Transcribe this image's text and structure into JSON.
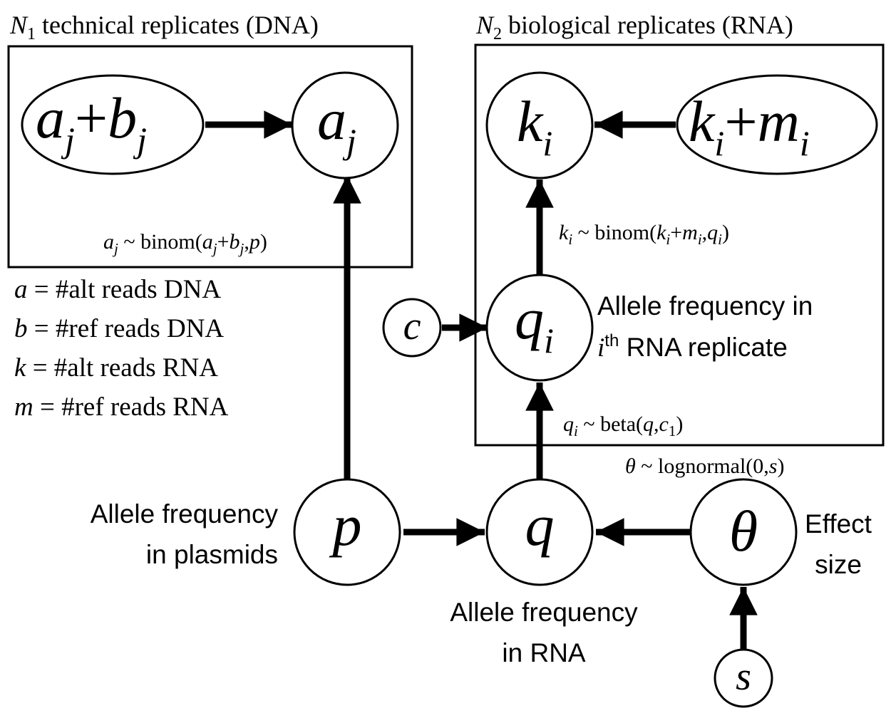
{
  "plates": {
    "dna": {
      "symbol": "N",
      "subscript": "1",
      "title": " technical replicates (DNA)"
    },
    "rna": {
      "symbol": "N",
      "subscript": "2",
      "title": " biological replicates (RNA)"
    }
  },
  "nodes": {
    "ab_total": {
      "a": "a",
      "sub_j1": "j",
      "plus": "+",
      "b": "b",
      "sub_j2": "j"
    },
    "a_j": {
      "sym": "a",
      "sub": "j"
    },
    "k_i": {
      "sym": "k",
      "sub": "i"
    },
    "km_total": {
      "k": "k",
      "sub_i1": "i",
      "plus": "+",
      "m": "m",
      "sub_i2": "i"
    },
    "q_i": {
      "sym": "q",
      "sub": "i"
    },
    "c": {
      "sym": "c"
    },
    "p": {
      "sym": "p"
    },
    "q": {
      "sym": "q"
    },
    "theta": {
      "sym": "θ"
    },
    "s": {
      "sym": "s"
    }
  },
  "distributions": {
    "a_binom": {
      "lhs": "a",
      "lhs_sub": "j",
      "op": " ~ binom(",
      "a": "a",
      "a_sub": "j",
      "plus": "+",
      "b": "b",
      "b_sub": "j",
      "comma": ",",
      "p": "p",
      "close": ")"
    },
    "k_binom": {
      "lhs": "k",
      "lhs_sub": "i",
      "op": " ~ binom(",
      "k": "k",
      "k_sub": "i",
      "plus": "+",
      "m": "m",
      "m_sub": "i",
      "comma": ",",
      "q": "q",
      "q_sub": "i",
      "close": ")"
    },
    "q_beta": {
      "lhs": "q",
      "lhs_sub": "i",
      "op": " ~ beta(",
      "q": "q",
      "comma": ",",
      "c": "c",
      "c_sub": "1",
      "close": ")"
    },
    "theta_lognormal": {
      "lhs": "θ",
      "op": " ~ lognormal(0,",
      "s": "s",
      "close": ")"
    }
  },
  "legend": [
    {
      "var": "a",
      "desc": " = #alt reads DNA"
    },
    {
      "var": "b",
      "desc": " = #ref reads DNA"
    },
    {
      "var": "k",
      "desc": " = #alt reads RNA"
    },
    {
      "var": "m",
      "desc": " = #ref reads RNA"
    }
  ],
  "captions": {
    "qi_line1": "Allele frequency in",
    "qi_line2_sup": "i",
    "qi_line2_th": "th",
    "qi_line2_rest": " RNA replicate",
    "p_line1": "Allele frequency",
    "p_line2": "in plasmids",
    "q_line1": "Allele frequency",
    "q_line2": "in RNA",
    "theta_line1": "Effect",
    "theta_line2": "size"
  }
}
